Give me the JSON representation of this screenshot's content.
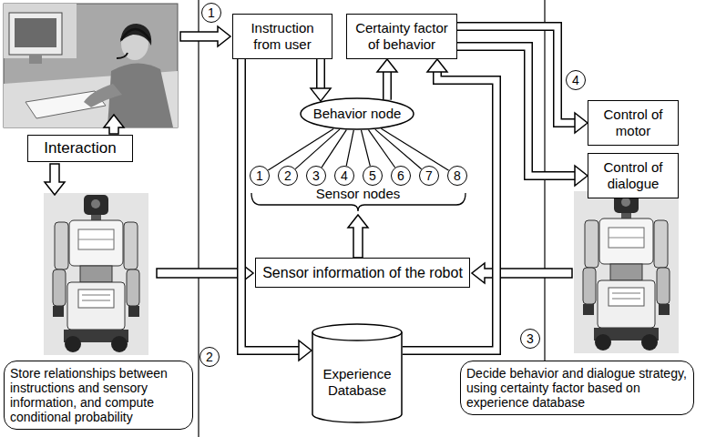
{
  "diagram": {
    "nodes": [
      {
        "text": [
          "Instruction from user"
        ]
      },
      {
        "text": [
          "Certainty factor of behavior"
        ]
      },
      {
        "text": [
          "Control of motor"
        ]
      },
      {
        "text": [
          "Control of dialogue"
        ]
      },
      {
        "text": [
          "Interaction"
        ]
      },
      {
        "text": [
          "Behavior node"
        ]
      },
      {
        "text": [
          "1"
        ]
      },
      {
        "text": [
          "2"
        ]
      },
      {
        "text": [
          "3"
        ]
      },
      {
        "text": [
          "4"
        ]
      },
      {
        "text": [
          "5"
        ]
      },
      {
        "text": [
          "6"
        ]
      },
      {
        "text": [
          "7"
        ]
      },
      {
        "text": [
          "8"
        ]
      },
      {
        "text": [
          "Sensor information of the robot"
        ]
      },
      {
        "text": [
          "Experience Database"
        ]
      },
      {
        "text": [
          "Store relationships between instructions and sensory information, and compute conditional probability"
        ]
      },
      {
        "text": [
          "Decide behavior and dialogue strategy, using certainty factor based on experience database"
        ]
      }
    ],
    "edges": [
      {
        "from": 0,
        "to": 5,
        "arrow": "to"
      },
      {
        "from": 0,
        "to": 15,
        "arrow": "to"
      },
      {
        "from": 5,
        "to": 1,
        "arrow": "to"
      },
      {
        "from": 15,
        "to": 1,
        "arrow": "to"
      },
      {
        "from": 5,
        "to": 6,
        "arrow": "none"
      },
      {
        "from": 5,
        "to": 7,
        "arrow": "none"
      },
      {
        "from": 5,
        "to": 8,
        "arrow": "none"
      },
      {
        "from": 5,
        "to": 9,
        "arrow": "none"
      },
      {
        "from": 5,
        "to": 10,
        "arrow": "none"
      },
      {
        "from": 5,
        "to": 11,
        "arrow": "none"
      },
      {
        "from": 5,
        "to": 12,
        "arrow": "none"
      },
      {
        "from": 5,
        "to": 13,
        "arrow": "none"
      },
      {
        "from": 1,
        "to": 2,
        "arrow": "to"
      },
      {
        "from": 1,
        "to": 3,
        "arrow": "to"
      }
    ],
    "labels": [
      "1",
      "4",
      "Sensor nodes",
      "3",
      "2"
    ]
  }
}
